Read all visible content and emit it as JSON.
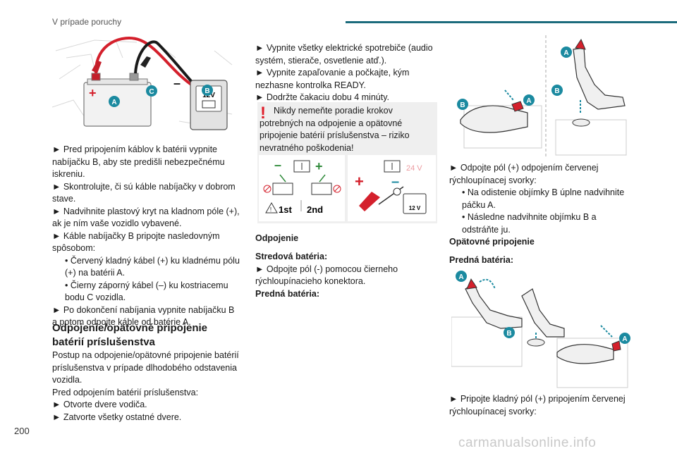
{
  "header": {
    "section": "V prípade poruchy"
  },
  "page_number": "200",
  "watermark": "carmanualsonline.info",
  "fig1": {
    "label_a": "A",
    "label_b": "B",
    "label_c": "C",
    "battery_12v": "12V",
    "minus": "–",
    "plus": "+"
  },
  "col1": {
    "p1": "► Pred pripojením káblov k batérii vypnite nabíjačku B, aby ste predišli nebezpečnému iskreniu.",
    "p2": "► Skontrolujte, či sú káble nabíjačky v dobrom stave.",
    "p3": "► Nadvihnite plastový kryt na kladnom póle (+), ak je ním vaše vozidlo vybavené.",
    "p4": "► Káble nabíjačky B pripojte nasledovným spôsobom:",
    "b1": "• Červený kladný kábel (+) ku kladnému pólu (+) na batérii A.",
    "b2": "• Čierny záporný kábel (–) ku kostriacemu bodu C vozidla.",
    "p5": "► Po dokončení nabíjania vypnite nabíjačku B a potom odpojte káble od batérie A.",
    "heading": "Odpojenie/opätovné pripojenie batérií príslušenstva",
    "p6": "Postup na odpojenie/opätovné pripojenie batérií príslušenstva v prípade dlhodobého odstavenia vozidla.",
    "p7": "Pred odpojením batérií príslušenstva:",
    "p8": "► Otvorte dvere vodiča.",
    "p9": "► Zatvorte všetky ostatné dvere."
  },
  "col2": {
    "p1": "► Vypnite všetky elektrické spotrebiče (audio systém, stierače, osvetlenie atď.).",
    "p2": "► Vypnite zapaľovanie a počkajte, kým nezhasne kontrolka READY.",
    "p3": "► Dodržte čakaciu dobu 4 minúty.",
    "warning": "Nikdy nemeňte poradie krokov potrebných na odpojenie a opätovné pripojenie batérií príslušenstva – riziko nevratného poškodenia!",
    "fig_first": "1st",
    "fig_second": "2nd",
    "fig_24v": "24 V",
    "fig_12v": "12 V",
    "heading": "Odpojenie",
    "sub1": "Stredová batéria:",
    "p4": "► Odpojte pól (-) pomocou čierneho rýchloupínacieho konektora.",
    "sub2": "Predná batéria:"
  },
  "col3": {
    "p1": "► Odpojte pól (+) odpojením červenej rýchloupínacej svorky:",
    "b1": "• Na odistenie objímky B úplne nadvihnite páčku A.",
    "b2": "• Následne nadvihnite objímku B a odstráňte ju.",
    "heading": "Opätovné pripojenie",
    "sub1": "Predná batéria:",
    "p2": "► Pripojte kladný pól (+) pripojením červenej rýchloupínacej svorky:"
  }
}
